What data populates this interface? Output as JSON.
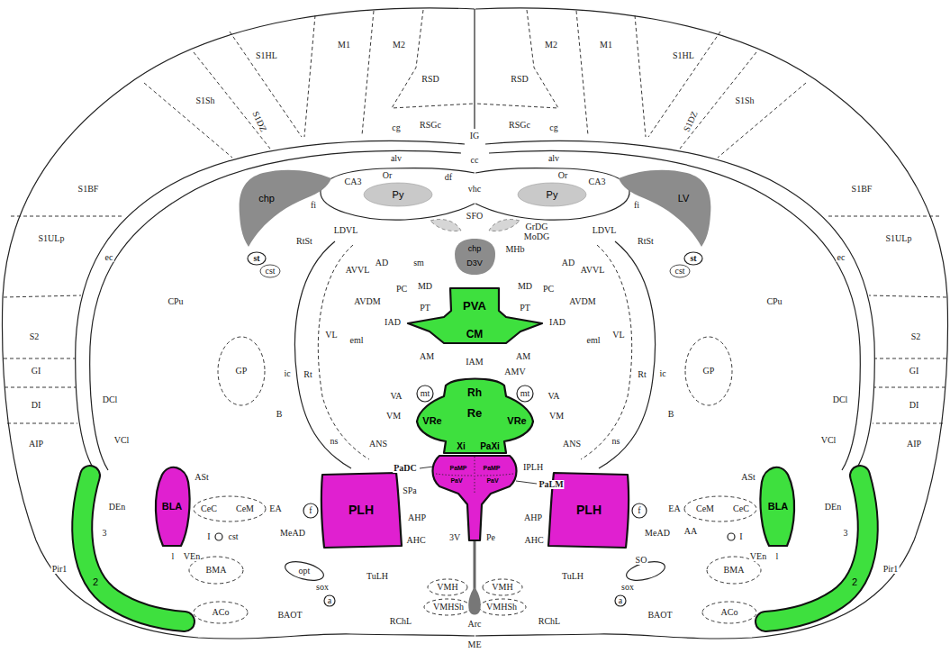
{
  "diagram": {
    "nodes": [
      {
        "text": [
          "chp"
        ]
      },
      {
        "text": [
          "LV"
        ]
      },
      {
        "text": [
          "Py"
        ]
      },
      {
        "text": [
          "Py"
        ]
      },
      {
        "text": [
          "chp",
          "D3V"
        ]
      },
      {
        "text": [
          "PVA",
          "CM"
        ]
      },
      {
        "text": [
          "Rh",
          "Re",
          "VRe",
          "VRe",
          "Xi",
          "PaXi"
        ]
      },
      {
        "text": [
          "PaMP",
          "PaMP",
          "PaV",
          "PaV"
        ]
      },
      {
        "text": [
          "BLA"
        ]
      },
      {
        "text": [
          "PLH"
        ]
      },
      {
        "text": [
          "PLH"
        ]
      },
      {
        "text": [
          "BLA"
        ]
      },
      {
        "text": [
          "2"
        ]
      },
      {
        "text": [
          "2"
        ]
      }
    ],
    "labels": [
      "M2",
      "M1",
      "M2",
      "M1",
      "S1HL",
      "S1HL",
      "RSD",
      "RSD",
      "S1Sh",
      "S1Sh",
      "S1DZ",
      "S1DZ",
      "RSGc",
      "RSGc",
      "cg",
      "cg",
      "IG",
      "cc",
      "alv",
      "alv",
      "Or",
      "Or",
      "CA3",
      "CA3",
      "df",
      "vhc",
      "fi",
      "fi",
      "S1BF",
      "S1BF",
      "SFO",
      "GrDG",
      "MoDG",
      "MHb",
      "LDVL",
      "LDVL",
      "RtSt",
      "RtSt",
      "st",
      "st",
      "cst",
      "cst",
      "S1ULp",
      "S1ULp",
      "ec",
      "ec",
      "AD",
      "AD",
      "AVVL",
      "AVVL",
      "sm",
      "PC",
      "PC",
      "MD",
      "MD",
      "AVDM",
      "AVDM",
      "CPu",
      "CPu",
      "PT",
      "PT",
      "IAD",
      "IAD",
      "VL",
      "VL",
      "eml",
      "eml",
      "S2",
      "S2",
      "AM",
      "AM",
      "IAM",
      "AMV",
      "GP",
      "GP",
      "ic",
      "ic",
      "Rt",
      "Rt",
      "GI",
      "GI",
      "VA",
      "VA",
      "mt",
      "mt",
      "DCl",
      "DCl",
      "DI",
      "DI",
      "VM",
      "VM",
      "B",
      "B",
      "AIP",
      "AIP",
      "VCl",
      "VCl",
      "ns",
      "ns",
      "ANS",
      "ANS",
      "PaDC",
      "IPLH",
      "PaLM",
      "ASt",
      "ASt",
      "SPa",
      "DEn",
      "DEn",
      "CeC",
      "CeM",
      "CeM",
      "CeC",
      "EA",
      "EA",
      "f",
      "f",
      "AHP",
      "AHP",
      "MeAD",
      "AA",
      "MeAD",
      "I",
      "cst",
      "I",
      "3V",
      "Pe",
      "AHC",
      "AHC",
      "3",
      "3",
      "VEn",
      "l",
      "l",
      "VEn",
      "SO",
      "Pir1",
      "Pir1",
      "opt",
      "BMA",
      "BMA",
      "TuLH",
      "TuLH",
      "sox",
      "sox",
      "VMH",
      "VMH",
      "a",
      "a",
      "VMHSh",
      "VMHSh",
      "ACo",
      "ACo",
      "BAOT",
      "BAOT",
      "RChL",
      "RChL",
      "Arc",
      "ME"
    ]
  }
}
